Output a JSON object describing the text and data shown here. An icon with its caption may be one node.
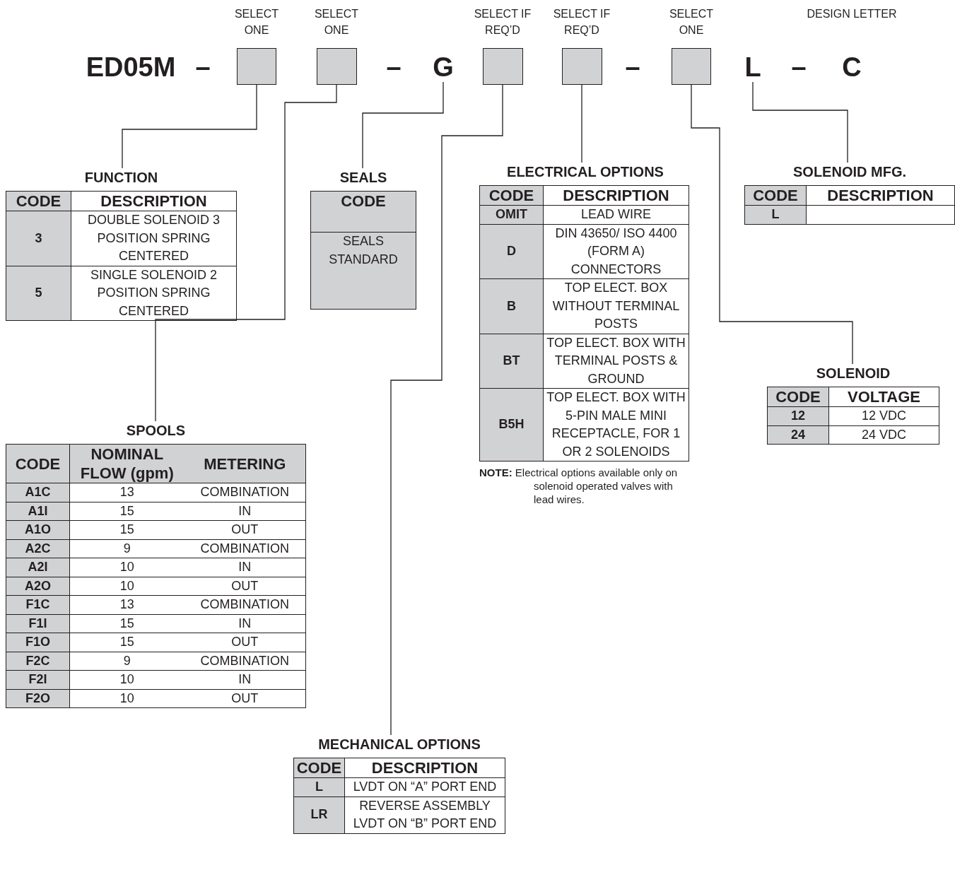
{
  "diagram": {
    "nodes": [
      {
        "text": [],
        "shape": "box",
        "beside": [
          "SELECT ONE"
        ]
      },
      {
        "text": [],
        "shape": "box",
        "beside": [
          "SELECT ONE"
        ]
      },
      {
        "text": [
          "G"
        ]
      },
      {
        "text": [],
        "shape": "box",
        "beside": [
          "SELECT IF REQ’D"
        ]
      },
      {
        "text": [],
        "shape": "box",
        "beside": [
          "SELECT IF REQ’D"
        ]
      },
      {
        "text": [],
        "shape": "box",
        "beside": [
          "SELECT ONE"
        ]
      },
      {
        "text": [
          "L"
        ]
      },
      {
        "text": [
          "FUNCTION",
          "CODE",
          "DESCRIPTION",
          "3",
          "DOUBLE SOLENOID 3 POSITION SPRING CENTERED",
          "5",
          "SINGLE SOLENOID 2 POSITION SPRING CENTERED"
        ]
      },
      {
        "text": [
          "SEALS",
          "CODE",
          "SEALS STANDARD"
        ]
      },
      {
        "text": [
          "ELECTRICAL OPTIONS",
          "CODE",
          "DESCRIPTION",
          "OMIT",
          "LEAD WIRE",
          "D",
          "DIN 43650/ ISO 4400 (FORM A) CONNECTORS",
          "B",
          "TOP ELECT. BOX WITHOUT TERMINAL POSTS",
          "BT",
          "TOP ELECT. BOX WITH TERMINAL POSTS & GROUND",
          "B5H",
          "TOP ELECT. BOX WITH 5-PIN MALE MINI RECEPTACLE, FOR 1 OR 2 SOLENOIDS"
        ],
        "beside": [
          "**NOTE:** Electrical options available only on solenoid operated valves with lead wires."
        ]
      },
      {
        "text": [
          "SOLENOID MFG.",
          "CODE",
          "DESCRIPTION",
          "L"
        ]
      },
      {
        "text": [
          "SOLENOID",
          "CODE",
          "VOLTAGE",
          "12",
          "12 VDC",
          "24",
          "24 VDC"
        ]
      },
      {
        "text": [
          "SPOOLS",
          "CODE",
          "NOMINAL FLOW (gpm)",
          "METERING",
          "A1C",
          "13",
          "COMBINATION",
          "A1I",
          "15",
          "IN",
          "A1O",
          "15",
          "OUT",
          "A2C",
          "9",
          "COMBINATION",
          "A2I",
          "10",
          "IN",
          "A2O",
          "10",
          "OUT",
          "F1C",
          "13",
          "COMBINATION",
          "F1I",
          "15",
          "IN",
          "F1O",
          "15",
          "OUT",
          "F2C",
          "9",
          "COMBINATION",
          "F2I",
          "10",
          "IN",
          "F2O",
          "10",
          "OUT"
        ]
      },
      {
        "text": [
          "MECHANICAL OPTIONS",
          "CODE",
          "DESCRIPTION",
          "L",
          "LVDT ON “A” PORT END",
          "LR",
          "REVERSE ASSEMBLY LVDT ON “B” PORT END"
        ]
      }
    ],
    "edges": [
      {
        "from": 0,
        "to": 7,
        "arrow": "none"
      },
      {
        "from": 1,
        "to": 12,
        "arrow": "none"
      },
      {
        "from": 2,
        "to": 8,
        "arrow": "none"
      },
      {
        "from": 3,
        "to": 13,
        "arrow": "none"
      },
      {
        "from": 4,
        "to": 9,
        "arrow": "none"
      },
      {
        "from": 5,
        "to": 11,
        "arrow": "none"
      },
      {
        "from": 6,
        "to": 10,
        "arrow": "none"
      }
    ],
    "labels": [
      "DESIGN LETTER",
      "ED05M",
      "–",
      "–",
      "–",
      "–",
      "C"
    ]
  }
}
